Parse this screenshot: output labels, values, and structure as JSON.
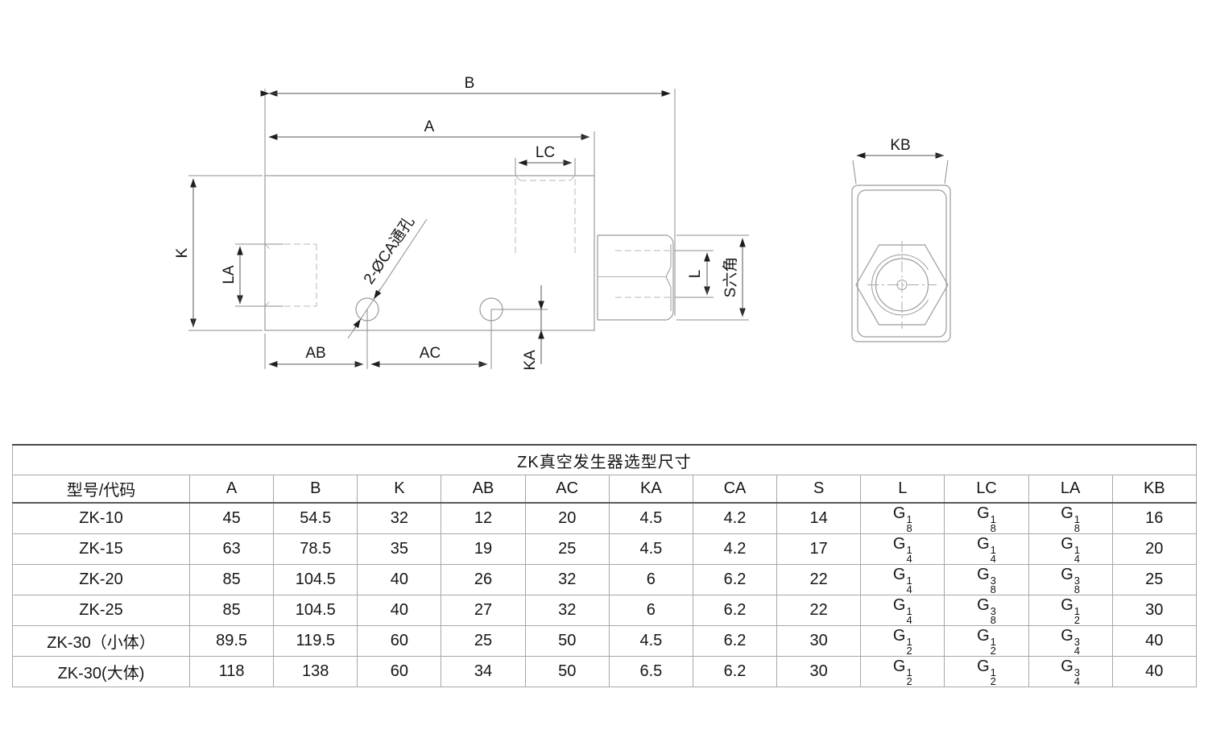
{
  "drawing": {
    "labels": {
      "b": "B",
      "a": "A",
      "lc": "LC",
      "k": "K",
      "la": "LA",
      "ab": "AB",
      "ac": "AC",
      "ka": "KA",
      "l": "L",
      "s_hex": "S六角",
      "kb": "KB",
      "hole_note": "2-ØCA通孔"
    }
  },
  "table": {
    "title": "ZK真空发生器选型尺寸",
    "headers": [
      "型号/代码",
      "A",
      "B",
      "K",
      "AB",
      "AC",
      "KA",
      "CA",
      "S",
      "L",
      "LC",
      "LA",
      "KB"
    ],
    "rows": [
      [
        "ZK-10",
        "45",
        "54.5",
        "32",
        "12",
        "20",
        "4.5",
        "4.2",
        "14",
        "G1/8",
        "G1/8",
        "G1/8",
        "16"
      ],
      [
        "ZK-15",
        "63",
        "78.5",
        "35",
        "19",
        "25",
        "4.5",
        "4.2",
        "17",
        "G1/4",
        "G1/4",
        "G1/4",
        "20"
      ],
      [
        "ZK-20",
        "85",
        "104.5",
        "40",
        "26",
        "32",
        "6",
        "6.2",
        "22",
        "G1/4",
        "G3/8",
        "G3/8",
        "25"
      ],
      [
        "ZK-25",
        "85",
        "104.5",
        "40",
        "27",
        "32",
        "6",
        "6.2",
        "22",
        "G1/4",
        "G3/8",
        "G1/2",
        "30"
      ],
      [
        "ZK-30（小体）",
        "89.5",
        "119.5",
        "60",
        "25",
        "50",
        "4.5",
        "6.2",
        "30",
        "G1/2",
        "G1/2",
        "G3/4",
        "40"
      ],
      [
        "ZK-30(大体)",
        "118",
        "138",
        "60",
        "34",
        "50",
        "6.5",
        "6.2",
        "30",
        "G1/2",
        "G1/2",
        "G3/4",
        "40"
      ]
    ]
  }
}
